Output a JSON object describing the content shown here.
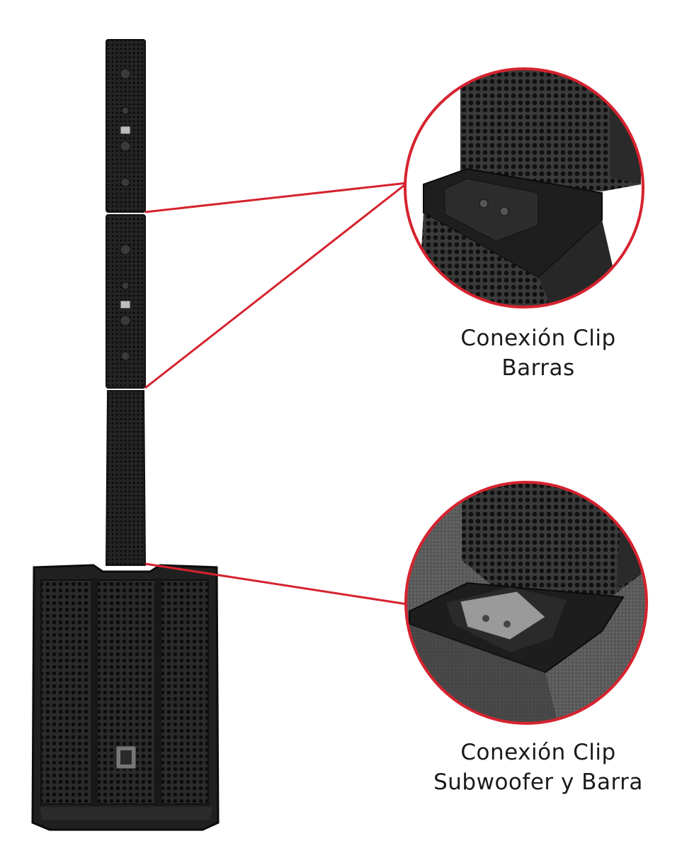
{
  "captions": {
    "top": {
      "line1": "Conexión Clip",
      "line2": "Barras"
    },
    "bottom": {
      "line1": "Conexión Clip",
      "line2": "Subwoofer y Barra"
    }
  },
  "colors": {
    "accent": "#d5232f",
    "speaker_body": "#1f1f1f",
    "background": "#ffffff"
  }
}
